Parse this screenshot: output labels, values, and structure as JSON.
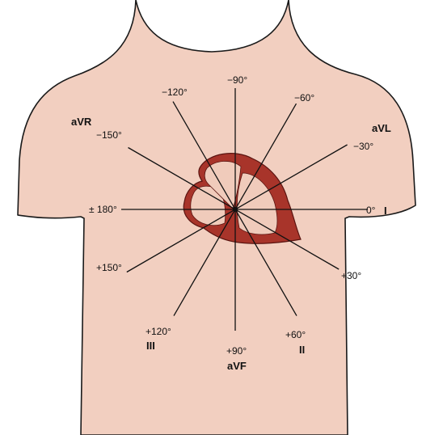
{
  "colors": {
    "skin": "#f2cfc0",
    "skin_outline": "#1a1a1a",
    "heart_wall": "#a8342a",
    "heart_chamber": "#f0cbbb",
    "heart_outline": "#5a1410",
    "axis_line": "#111111"
  },
  "angle_labels": [
    {
      "id": "minus90",
      "text": "−90°",
      "angle": -90
    },
    {
      "id": "minus120",
      "text": "−120°",
      "angle": -120
    },
    {
      "id": "minus60",
      "text": "−60°",
      "angle": -60
    },
    {
      "id": "minus150",
      "text": "−150°",
      "angle": -150
    },
    {
      "id": "minus30",
      "text": "−30°",
      "angle": -30
    },
    {
      "id": "pm180",
      "text": "± 180°",
      "angle": 180
    },
    {
      "id": "zero",
      "text": "0°",
      "angle": 0
    },
    {
      "id": "plus150",
      "text": "+150°",
      "angle": 150
    },
    {
      "id": "plus30",
      "text": "+30°",
      "angle": 30
    },
    {
      "id": "plus120",
      "text": "+120°",
      "angle": 120
    },
    {
      "id": "plus60",
      "text": "+60°",
      "angle": 60
    },
    {
      "id": "plus90",
      "text": "+90°",
      "angle": 90
    }
  ],
  "lead_labels": {
    "avr": "aVR",
    "avl": "aVL",
    "lead_i": "I",
    "lead_ii": "II",
    "lead_iii": "III",
    "avf": "aVF"
  }
}
